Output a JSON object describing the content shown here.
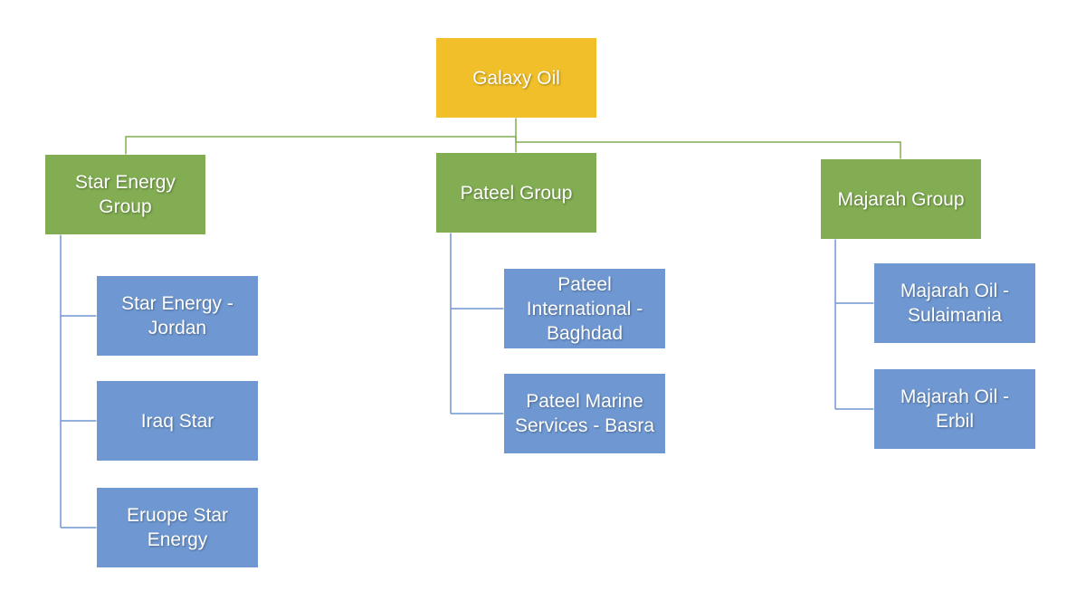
{
  "colors": {
    "root": "#f0bf2a",
    "group": "#82ad52",
    "leaf": "#6f98d2",
    "connector_top": "#82ad52",
    "connector_leaf": "#6f98d2"
  },
  "root": {
    "label": "Galaxy Oil"
  },
  "groups": [
    {
      "label": "Star Energy\nGroup",
      "children": [
        {
          "label": "Star Energy -\nJordan"
        },
        {
          "label": "Iraq Star"
        },
        {
          "label": "Eruope Star\nEnergy"
        }
      ]
    },
    {
      "label": "Pateel Group",
      "children": [
        {
          "label": "Pateel\nInternational -\nBaghdad"
        },
        {
          "label": "Pateel Marine\nServices - Basra"
        }
      ]
    },
    {
      "label": "Majarah Group",
      "children": [
        {
          "label": "Majarah Oil -\nSulaimania"
        },
        {
          "label": "Majarah Oil -\nErbil"
        }
      ]
    }
  ]
}
